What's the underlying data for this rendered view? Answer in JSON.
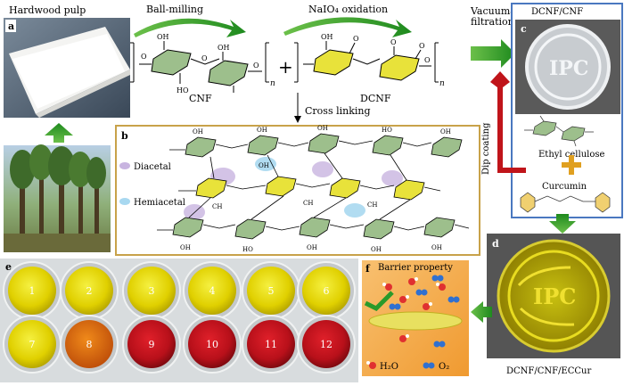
{
  "labels": {
    "hardwood_pulp": "Hardwood pulp",
    "ball_milling": "Ball-milling",
    "naio4_oxidation": "NaIO₄ oxidation",
    "vacuum_filtration_1": "Vacuuma",
    "vacuum_filtration_2": "filtration",
    "cnf": "CNF",
    "dcnf": "DCNF",
    "n": "n",
    "plus": "+",
    "cross_linking": "Cross linking",
    "dcnf_cnf": "DCNF/CNF",
    "dip_coating": "Dip coating",
    "ethyl_cellulose": "Ethyl cellulose",
    "curcumin": "Curcumin",
    "diacetal": "Diacetal",
    "hemiacetal": "Hemiacetal",
    "barrier_property": "Barrier property",
    "h2o": "H₂O",
    "o2": "O₂",
    "dcnf_cnf_eccur": "DCNF/CNF/ECCur",
    "ipc": "IPC",
    "oh": "OH",
    "ho": "HO",
    "ch": "CH",
    "o": "O"
  },
  "panels": {
    "a": "a",
    "b": "b",
    "c": "c",
    "d": "d",
    "e": "e",
    "f": "f"
  },
  "wells": {
    "top": [
      "1",
      "2",
      "3",
      "4",
      "5",
      "6"
    ],
    "bottom": [
      "7",
      "8",
      "9",
      "10",
      "11",
      "12"
    ]
  },
  "colors": {
    "arrow_green": "#2f9a2a",
    "arrow_red": "#c0141a",
    "ring_green": "#9dbf8c",
    "ring_yellow": "#e8e23a",
    "gold_border": "#c8a24a",
    "blue_border": "#4a78c0",
    "diacetal": "#c8b4e0",
    "hemiacetal": "#a8d8f0"
  }
}
